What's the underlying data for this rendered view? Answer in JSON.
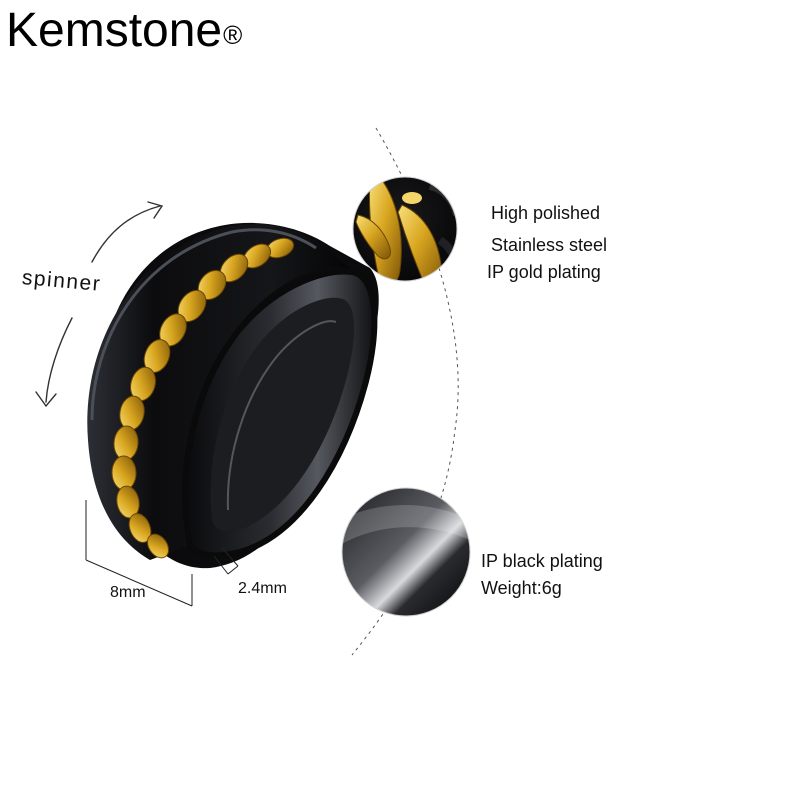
{
  "brand": {
    "name": "Kemstone",
    "registered_mark": "®"
  },
  "annotations": {
    "rotation_label": "spinner",
    "width_label": "8mm",
    "thickness_label": "2.4mm"
  },
  "detail_gold": {
    "lines": [
      "High polished",
      "Stainless steel",
      "IP gold plating"
    ]
  },
  "detail_black": {
    "lines": [
      "IP black plating",
      "Weight:6g"
    ]
  },
  "colors": {
    "ring_black": "#0d0d0f",
    "ring_edge": "#3a3d44",
    "gold": "#d9a620",
    "gold_dark": "#8a5f08",
    "gold_light": "#f7e07a"
  }
}
